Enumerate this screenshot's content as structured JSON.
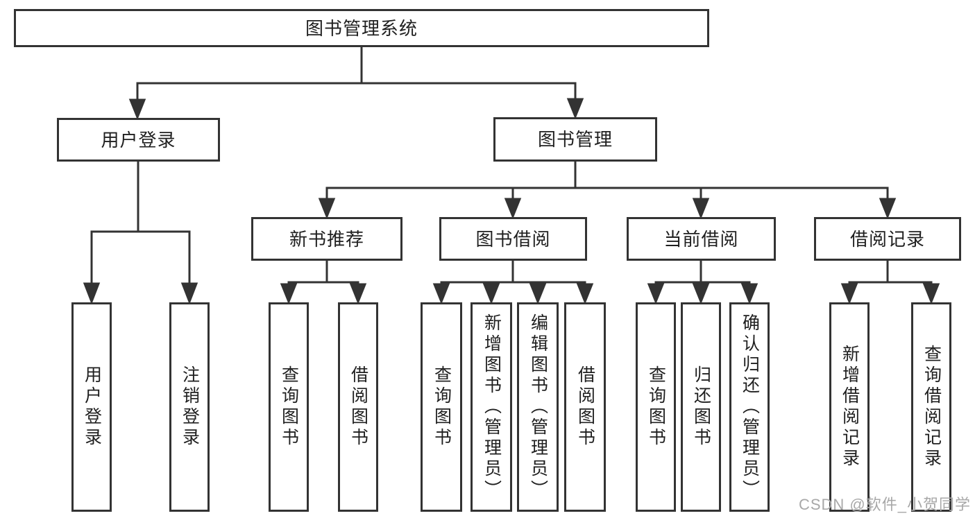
{
  "diagram": {
    "type": "hierarchy-tree",
    "colors": {
      "line": "#333333",
      "text": "#1f1f1f",
      "background": "#ffffff",
      "watermark": "#a8a8a8"
    }
  },
  "tree": {
    "root": "图书管理系统",
    "children": [
      {
        "label": "用户登录",
        "children": [
          "用户登录",
          "注销登录"
        ]
      },
      {
        "label": "图书管理",
        "children": [
          {
            "label": "新书推荐",
            "children": [
              "查询图书",
              "借阅图书"
            ]
          },
          {
            "label": "图书借阅",
            "children": [
              "查询图书",
              "新增图书（管理员）",
              "编辑图书（管理员）",
              "借阅图书"
            ]
          },
          {
            "label": "当前借阅",
            "children": [
              "查询图书",
              "归还图书",
              "确认归还（管理员）"
            ]
          },
          {
            "label": "借阅记录",
            "children": [
              "新增借阅记录",
              "查询借阅记录"
            ]
          }
        ]
      }
    ]
  },
  "watermark": {
    "text": "CSDN @软件_小贺同学"
  }
}
